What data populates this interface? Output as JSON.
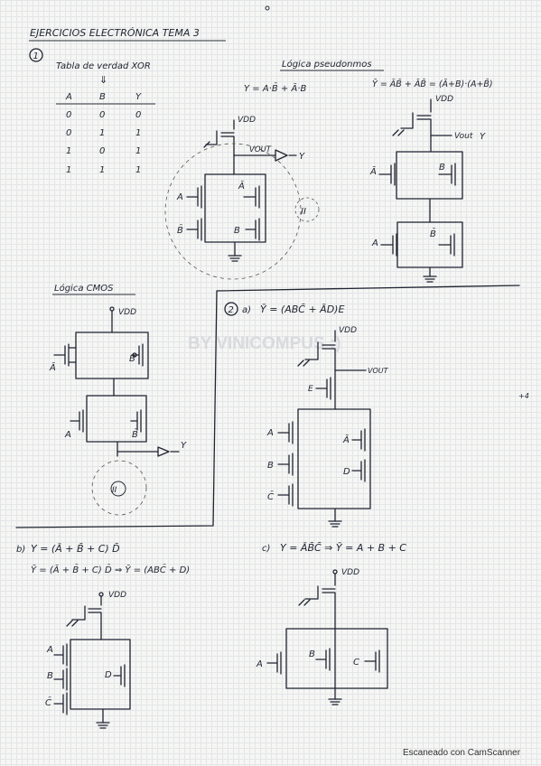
{
  "sheet": {
    "title": "EJERCICIOS ELECTRÓNICA TEMA 3",
    "watermark": "BY VINICOMPUS :)",
    "margin_mark": "+4",
    "footer": "Escaneado con CamScanner"
  },
  "ex1": {
    "number": "1",
    "table_title": "Tabla de verdad XOR",
    "table_arrow": "⇓",
    "headers": [
      "A",
      "B",
      "Y"
    ],
    "rows": [
      [
        "0",
        "0",
        "0"
      ],
      [
        "0",
        "1",
        "1"
      ],
      [
        "1",
        "0",
        "1"
      ],
      [
        "1",
        "1",
        "1"
      ]
    ],
    "pseudo_title": "Lógica pseudonmos",
    "eq_left": "Y = A·B̄ + Ā·B",
    "eq_right": "Ȳ = ĀB̄ + ĀB̄ = (Ā+B)·(A+B̄)",
    "cmos_title": "Lógica CMOS",
    "roman": "II",
    "circuit_pseudo": {
      "vdd": "VDD",
      "out": "VOUT",
      "y": "Y",
      "a": "A",
      "b_bar": "B̄",
      "a_bar": "Ā",
      "b": "B"
    },
    "circuit_right": {
      "vdd": "VDD",
      "out": "Vout",
      "y": "Y",
      "a_bar": "Ā",
      "b": "B",
      "a": "A",
      "b_bar": "B̄"
    },
    "circuit_cmos": {
      "vdd": "VDD",
      "a_bar": "Ā",
      "b": "B",
      "a": "A",
      "b_bar": "B̄",
      "y": "Y"
    }
  },
  "ex2": {
    "number": "2",
    "part_a": "a)",
    "eq_a": "Ȳ = (ABC̄ + ĀD)E",
    "circuit_a": {
      "vdd": "VDD",
      "out": "VOUT",
      "e": "E",
      "a": "A",
      "b": "B",
      "c_bar": "C̄",
      "a_bar": "Ā",
      "d": "D"
    },
    "part_b": "b)",
    "eq_b1": "Y = (Ā + B̄ + C) D̄",
    "eq_b2": "Ȳ = (Ā + B̄ + C) D̄ ⇒ Ȳ = (ABC̄ + D)",
    "circuit_b": {
      "vdd": "VDD",
      "a": "A",
      "b": "B",
      "c_bar": "C̄",
      "d": "D"
    },
    "part_c": "c)",
    "eq_c": "Y = ĀB̄C̄ ⇒ Ȳ = A + B + C",
    "circuit_c": {
      "vdd": "VDD",
      "a": "A",
      "b": "B",
      "c": "C"
    }
  }
}
